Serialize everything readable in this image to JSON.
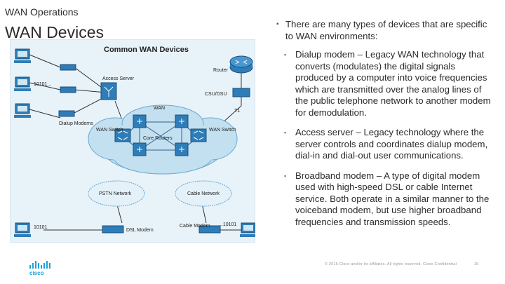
{
  "header": {
    "kicker": "WAN Operations",
    "title": "WAN Devices"
  },
  "diagram": {
    "title": "Common WAN Devices",
    "labels": {
      "access_server": "Access Server",
      "router": "Router",
      "csu_dsu": "CSU/DSU",
      "t1": "T1",
      "wan": "WAN",
      "dialup_modems": "Dialup Modems",
      "wan_switch_left": "WAN Switch",
      "wan_switch_right": "WAN Switch",
      "core_routers": "Core Routers",
      "pstn_network": "PSTN Network",
      "cable_network": "Cable Network",
      "dsl_modem": "DSL Modem",
      "cable_modem": "Cable Modem",
      "binary_1": "10101...",
      "binary_2": "10101",
      "binary_3": "...10101"
    }
  },
  "content": {
    "intro": "There are many types of devices that are specific to WAN environments:",
    "items": [
      "Dialup modem – Legacy WAN technology that converts (modulates) the digital signals produced by a computer into voice frequencies which are transmitted over the analog lines of the public telephone network to another modem for demodulation.",
      "Access server – Legacy technology where the server controls and coordinates dialup modem, dial-in and dial-out user communications.",
      "Broadband modem – A type of digital modem used with high-speed DSL or cable Internet service.  Both operate in a similar manner to the voiceband modem, but use higher broadband frequencies and transmission speeds."
    ]
  },
  "footer": {
    "copyright": "© 2016  Cisco and/or its affiliates. All rights reserved.   Cisco Confidential",
    "page": "16"
  },
  "colors": {
    "cisco_blue": "#1ba0d7",
    "device_blue": "#2e7db8",
    "cloud_blue": "#b5d9ee"
  }
}
